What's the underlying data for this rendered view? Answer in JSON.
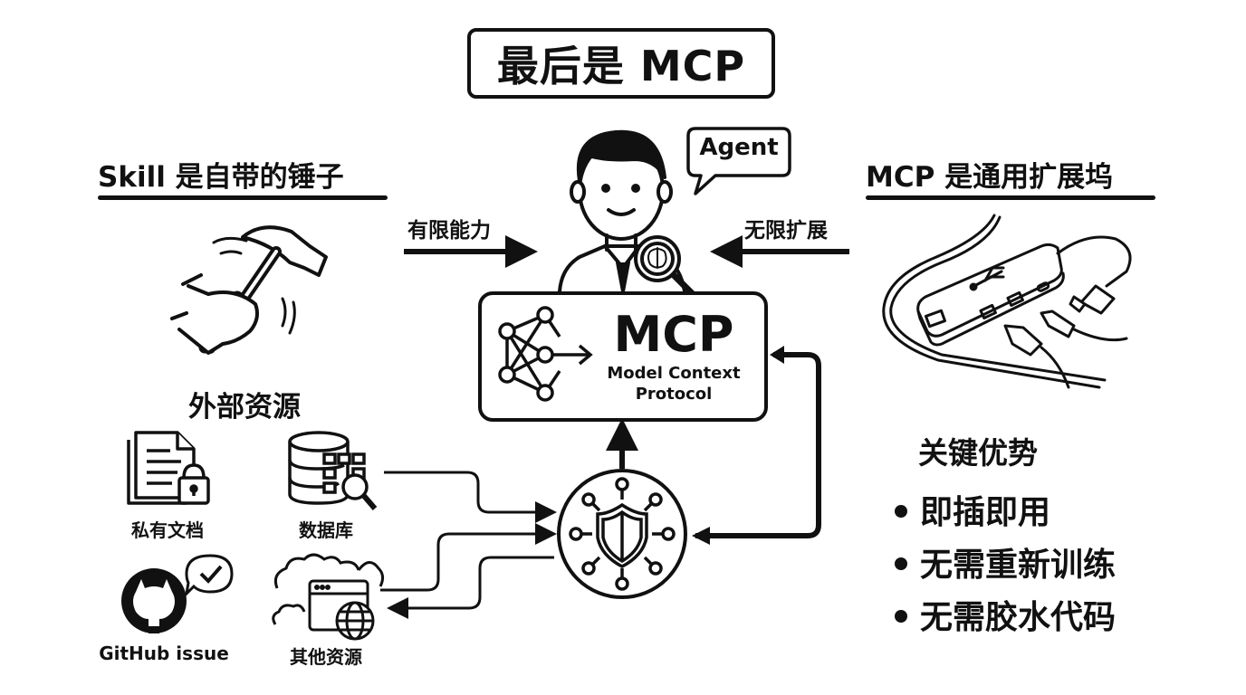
{
  "title": "最后是 MCP",
  "left": {
    "heading": "Skill 是自带的锤子",
    "arrow_label": "有限能力",
    "resources_heading": "外部资源",
    "resources": [
      {
        "label": "私有文档",
        "icon": "locked-document-icon"
      },
      {
        "label": "数据库",
        "icon": "database-search-icon"
      },
      {
        "label": "GitHub issue",
        "icon": "github-icon"
      },
      {
        "label": "其他资源",
        "icon": "cloud-web-icon"
      }
    ]
  },
  "center": {
    "agent_bubble": "Agent",
    "mcp_box": {
      "acronym": "MCP",
      "full_line1": "Model Context",
      "full_line2": "Protocol"
    }
  },
  "right": {
    "heading": "MCP 是通用扩展坞",
    "arrow_label": "无限扩展",
    "advantages_heading": "关键优势",
    "advantages": [
      "即插即用",
      "无需重新训练",
      "无需胶水代码"
    ]
  }
}
